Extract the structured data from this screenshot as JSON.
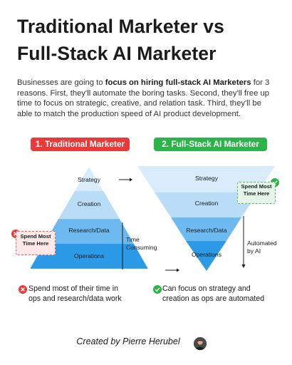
{
  "title": {
    "line1": "Traditional Marketer vs",
    "line2": "Full-Stack AI Marketer"
  },
  "intro": {
    "part1": "Businesses are going to ",
    "bold": "focus on hiring full-stack AI Marketers",
    "part2": " for 3 reasons. First, they'll automate the boring tasks. Second, they'll free up time to focus on strategic, creative, and relation task. Third, they'll be able to match the production speed of AI product development."
  },
  "traditional": {
    "badge": "1. Traditional Marketer",
    "layers": [
      "Strategy",
      "Creation",
      "Research/Data",
      "Operations"
    ],
    "note_line1": "Spend Most",
    "note_line2": "Time Here",
    "side_line1": "Time",
    "side_line2": "Consuming",
    "bottom_line1": "Spend most of their time in",
    "bottom_line2": "ops and research/data work"
  },
  "fullstack": {
    "badge": "2. Full-Stack AI Marketer",
    "layers": [
      "Strategy",
      "Creation",
      "Research/Data",
      "Operations"
    ],
    "note_line1": "Spend Most",
    "note_line2": "Time Here",
    "side_line1": "Automated",
    "side_line2": "by AI",
    "bottom_line1": "Can focus on strategy and",
    "bottom_line2": "creation as ops are automated"
  },
  "footer": {
    "credit": "Created by Pierre Herubel"
  },
  "colors": {
    "red": "#e93a3a",
    "green": "#2cb34a",
    "blue_dark": "#2d9ae8",
    "blue_light": "#d8ecfb"
  },
  "icons": [
    "x-circle-icon",
    "check-circle-icon",
    "arrow-right-icon",
    "arrow-down-icon",
    "avatar-photo"
  ]
}
